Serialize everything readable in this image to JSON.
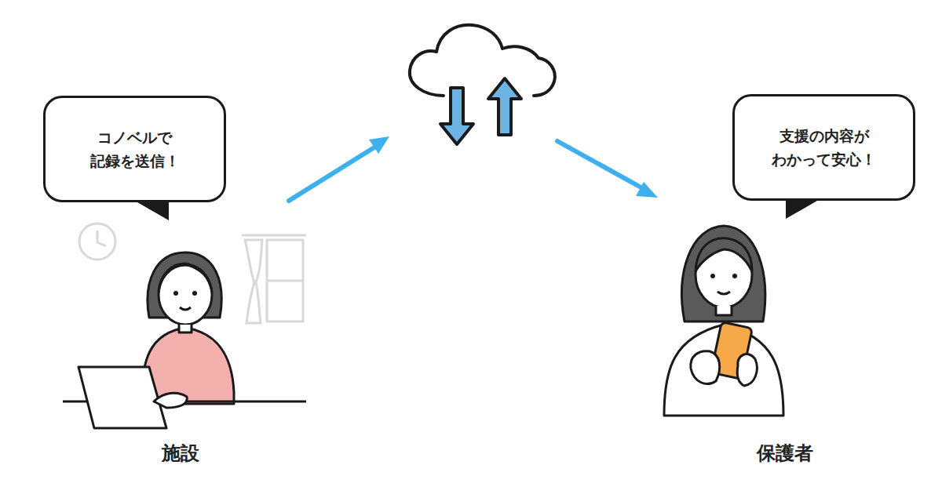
{
  "diagram": {
    "nodes": [
      {
        "text": [
          "コノベルで 記録を送信！"
        ]
      },
      {
        "text": [
          "支援の内容が わかって安心！"
        ]
      }
    ],
    "labels": [
      "施設",
      "保護者"
    ]
  }
}
